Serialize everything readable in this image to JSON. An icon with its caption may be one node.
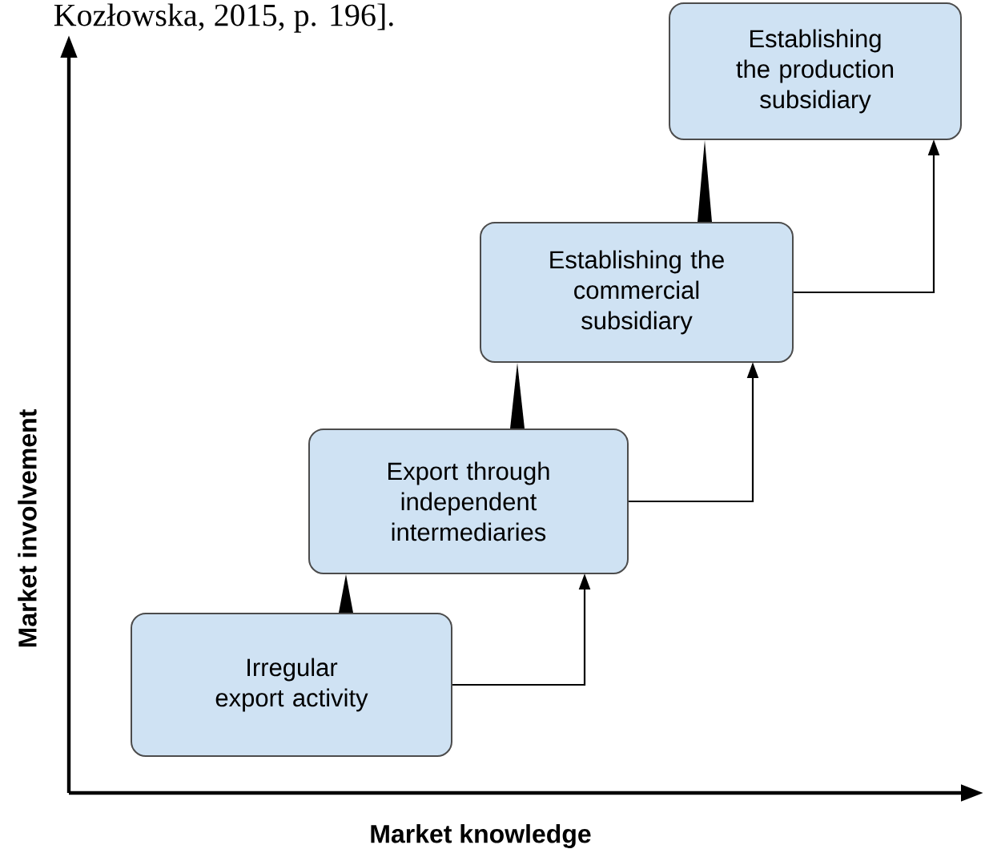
{
  "diagram": {
    "nodes": [
      {
        "text": [
          "Irregular export activity"
        ]
      },
      {
        "text": [
          "Export through independent intermediaries"
        ]
      },
      {
        "text": [
          "Establishing the commercial subsidiary"
        ]
      },
      {
        "text": [
          "Establishing the production subsidiary"
        ]
      }
    ],
    "edges": [
      {
        "from": 0,
        "to": 1,
        "arrow": "to"
      },
      {
        "from": 1,
        "to": 2,
        "arrow": "to"
      },
      {
        "from": 2,
        "to": 3,
        "arrow": "to"
      },
      {
        "from": 0,
        "to": 1,
        "arrow": "to"
      },
      {
        "from": 1,
        "to": 2,
        "arrow": "to"
      },
      {
        "from": 2,
        "to": 3,
        "arrow": "to"
      }
    ],
    "labels": [
      "Kozłowska, 2015, p. 196].",
      "Market involvement",
      "Market knowledge"
    ]
  }
}
